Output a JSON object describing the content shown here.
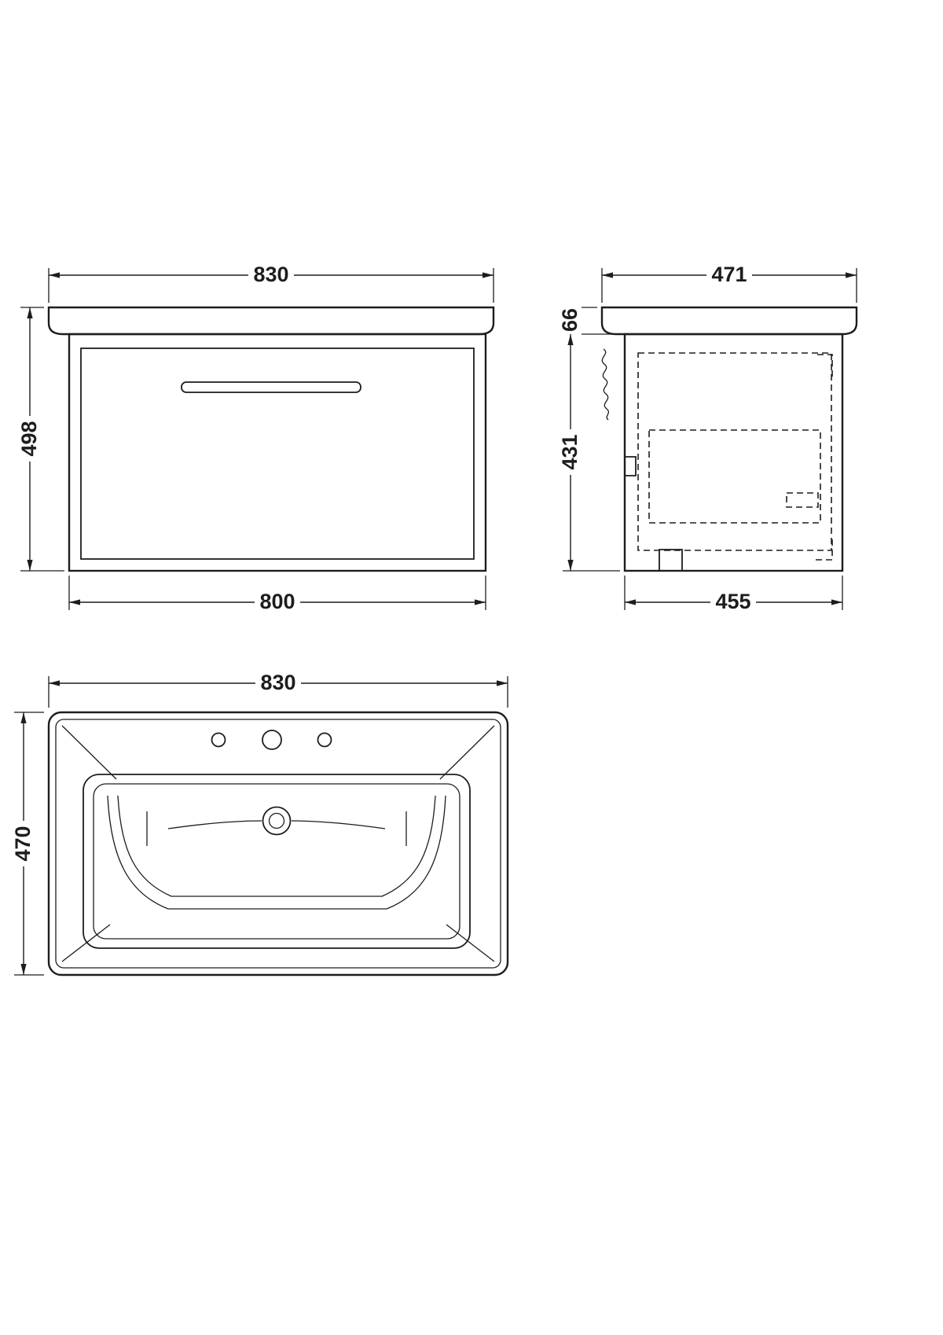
{
  "drawing": {
    "colors": {
      "line": "#1d1d1d",
      "background": "#ffffff"
    },
    "views": {
      "front": {
        "dims": {
          "top_width": "830",
          "height": "498",
          "carcass_width": "800"
        }
      },
      "side": {
        "dims": {
          "top_depth": "471",
          "basin_lip_height": "66",
          "cabinet_height": "431",
          "carcass_depth": "455"
        }
      },
      "plan": {
        "dims": {
          "width": "830",
          "depth": "470"
        }
      }
    }
  }
}
